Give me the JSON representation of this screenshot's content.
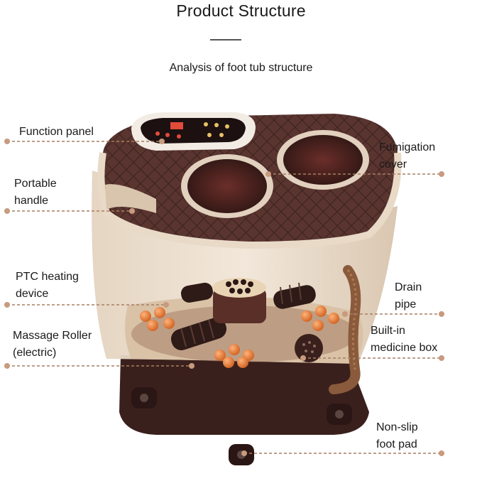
{
  "header": {
    "title": "Product Structure",
    "subtitle": "Analysis of foot tub structure"
  },
  "labels": {
    "function_panel": "Function panel",
    "portable_handle": "Portable\nhandle",
    "ptc_heating_device": "PTC heating\ndevice",
    "massage_roller": "Massage Roller\n(electric)",
    "fumigation_cover": "Fumigation\ncover",
    "drain_pipe": "Drain\npipe",
    "medicine_box": "Built-in\nmedicine box",
    "foot_pad": "Non-slip\nfoot pad"
  },
  "colors": {
    "brown": "#4a2a26",
    "cream": "#e9d9c4",
    "leader": "#a77e62",
    "nub": "#e27a3a"
  }
}
